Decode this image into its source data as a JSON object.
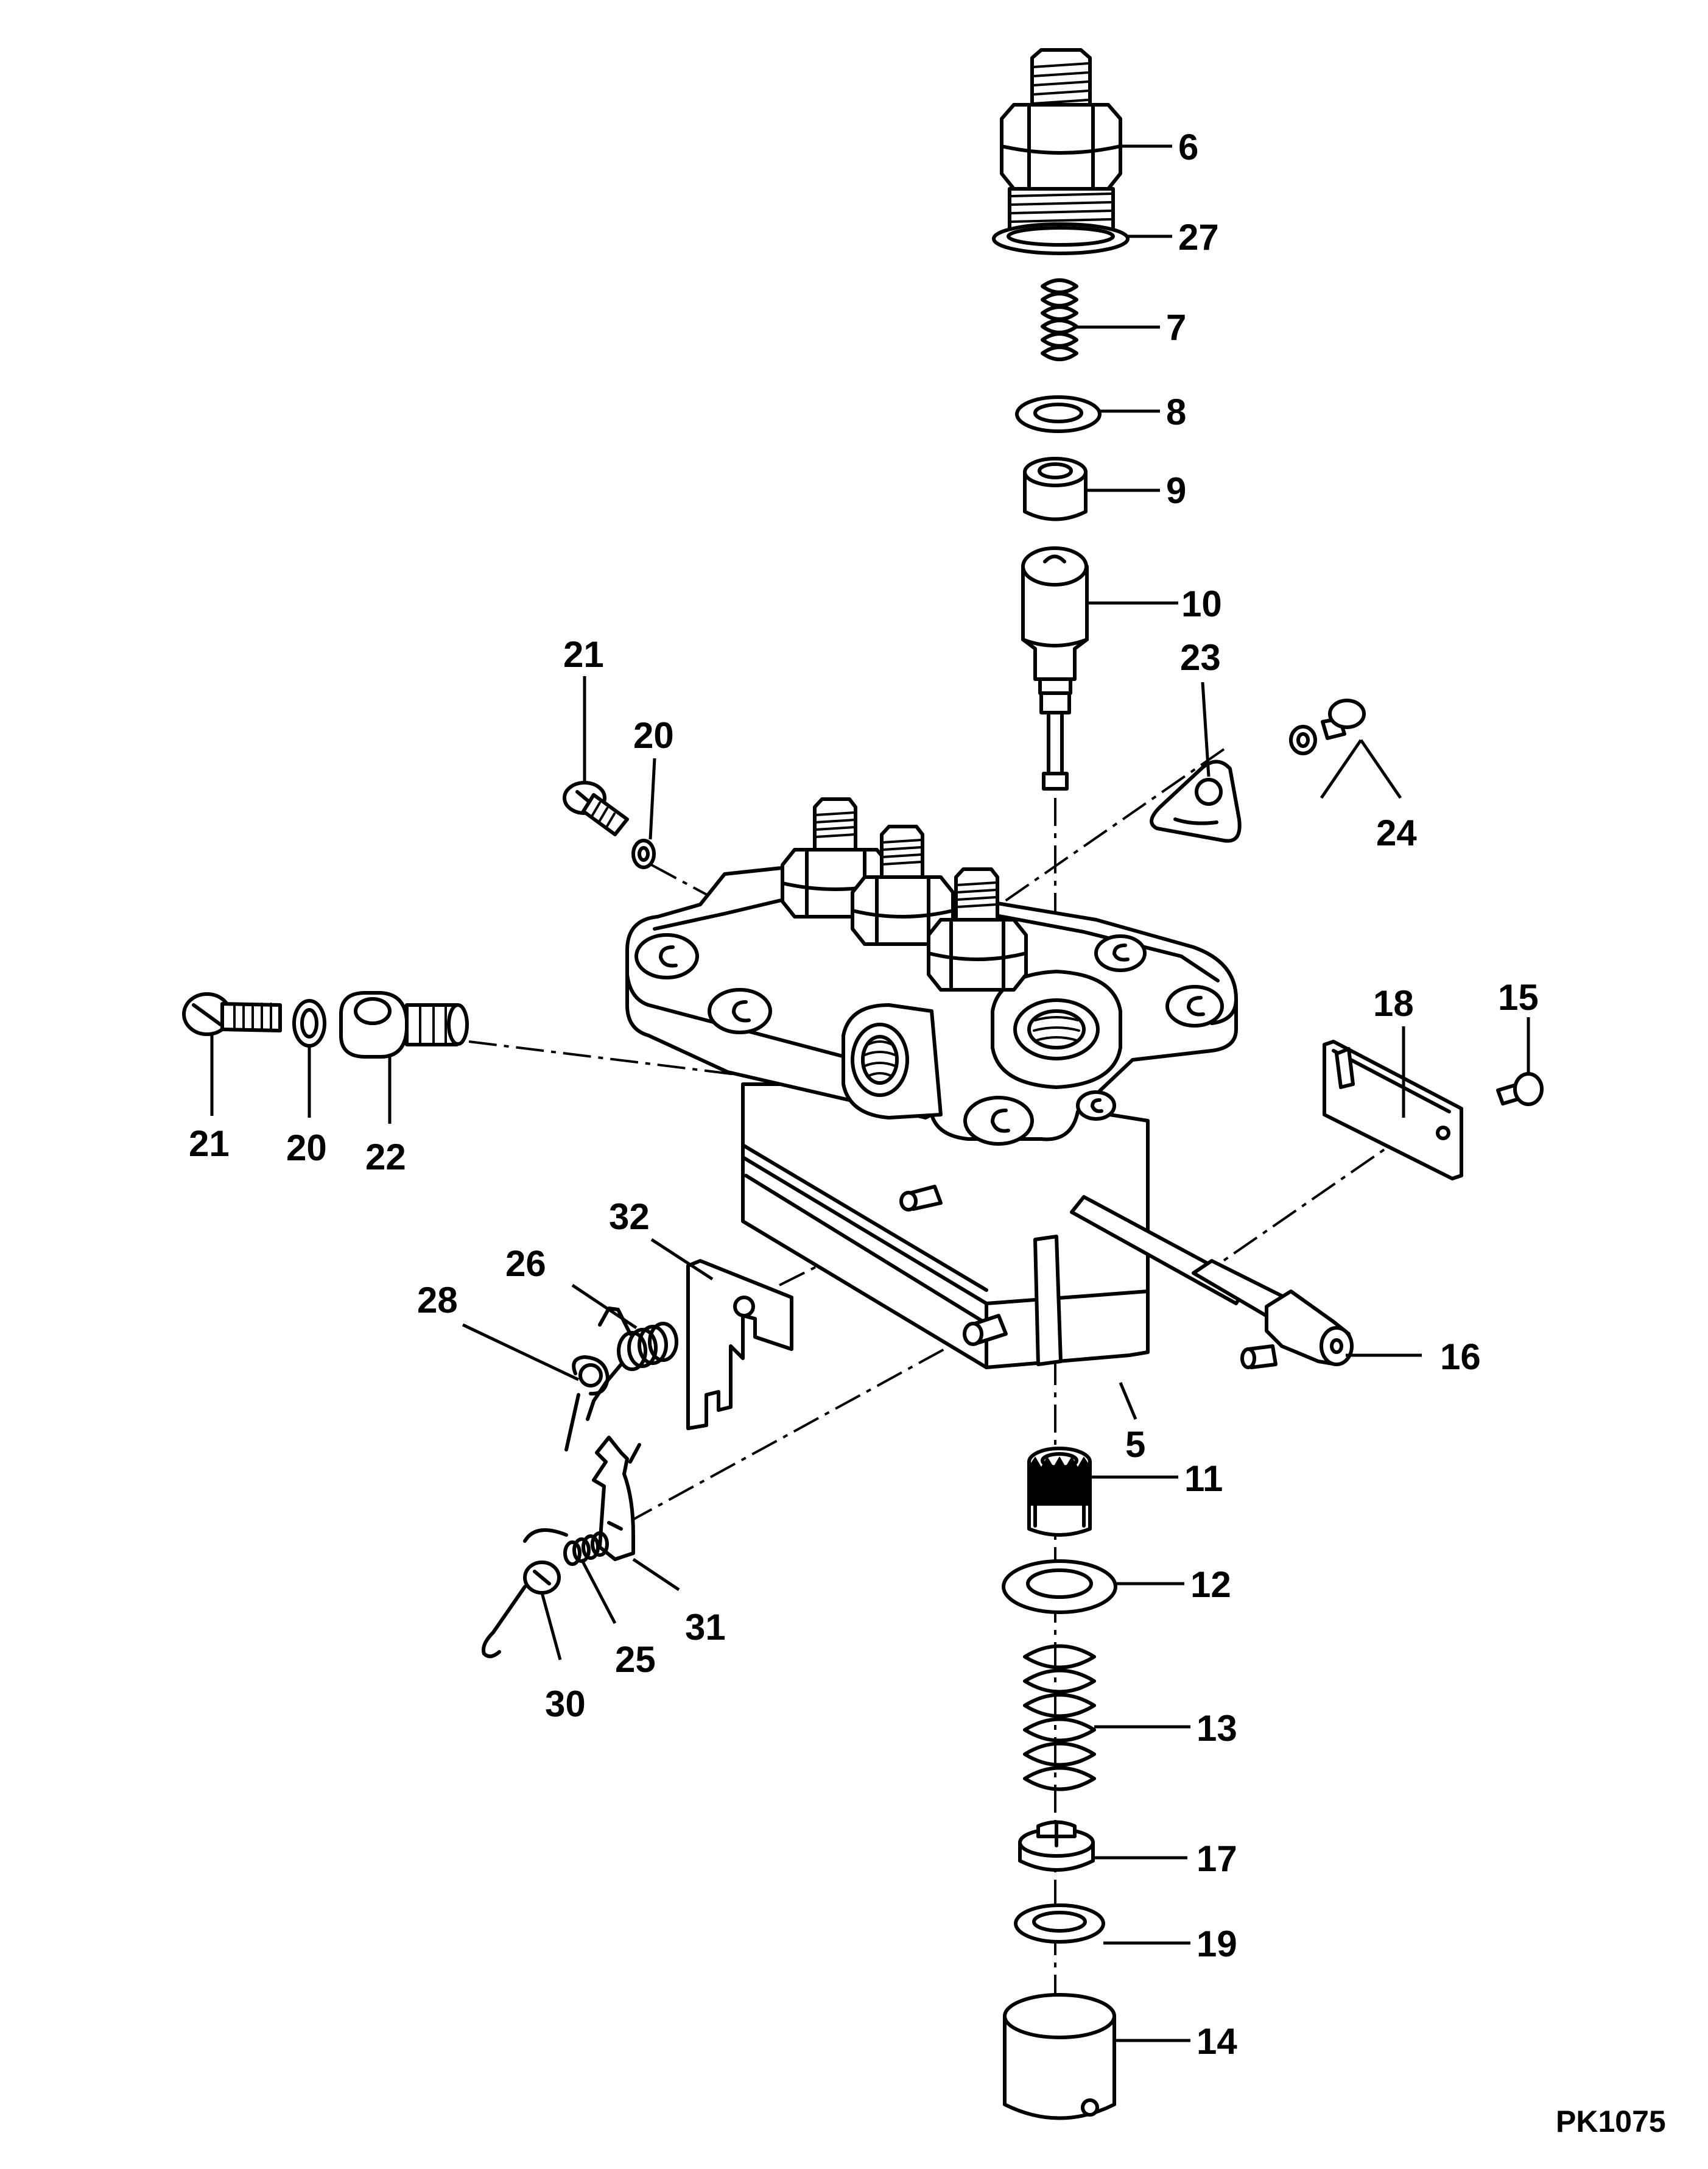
{
  "drawing_ref": "PK1075",
  "callouts": {
    "c6": "6",
    "c27": "27",
    "c7": "7",
    "c8": "8",
    "c9": "9",
    "c10": "10",
    "c21a": "21",
    "c20a": "20",
    "c23": "23",
    "c24": "24",
    "c21b": "21",
    "c20b": "20",
    "c22": "22",
    "c18": "18",
    "c15": "15",
    "c32": "32",
    "c26": "26",
    "c28": "28",
    "c16": "16",
    "c5": "5",
    "c11": "11",
    "c12": "12",
    "c31": "31",
    "c25": "25",
    "c30": "30",
    "c13": "13",
    "c17": "17",
    "c19": "19",
    "c14": "14"
  }
}
